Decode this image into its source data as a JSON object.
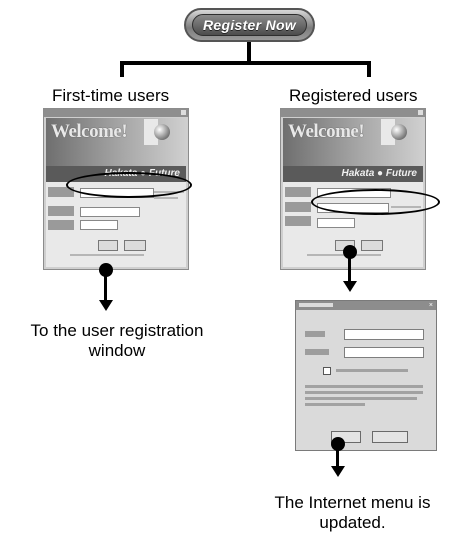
{
  "register_button": {
    "label": "Register Now"
  },
  "left_column": {
    "label": "First-time users",
    "result": [
      "To the user registration",
      "window"
    ]
  },
  "right_column": {
    "label": "Registered users",
    "result": [
      "The Internet menu is",
      "updated."
    ]
  },
  "welcome_window": {
    "title": "Welcome!",
    "brand": "Hakata ● Future"
  },
  "colors": {
    "line": "#000000",
    "pill": "#6e6e6e"
  }
}
